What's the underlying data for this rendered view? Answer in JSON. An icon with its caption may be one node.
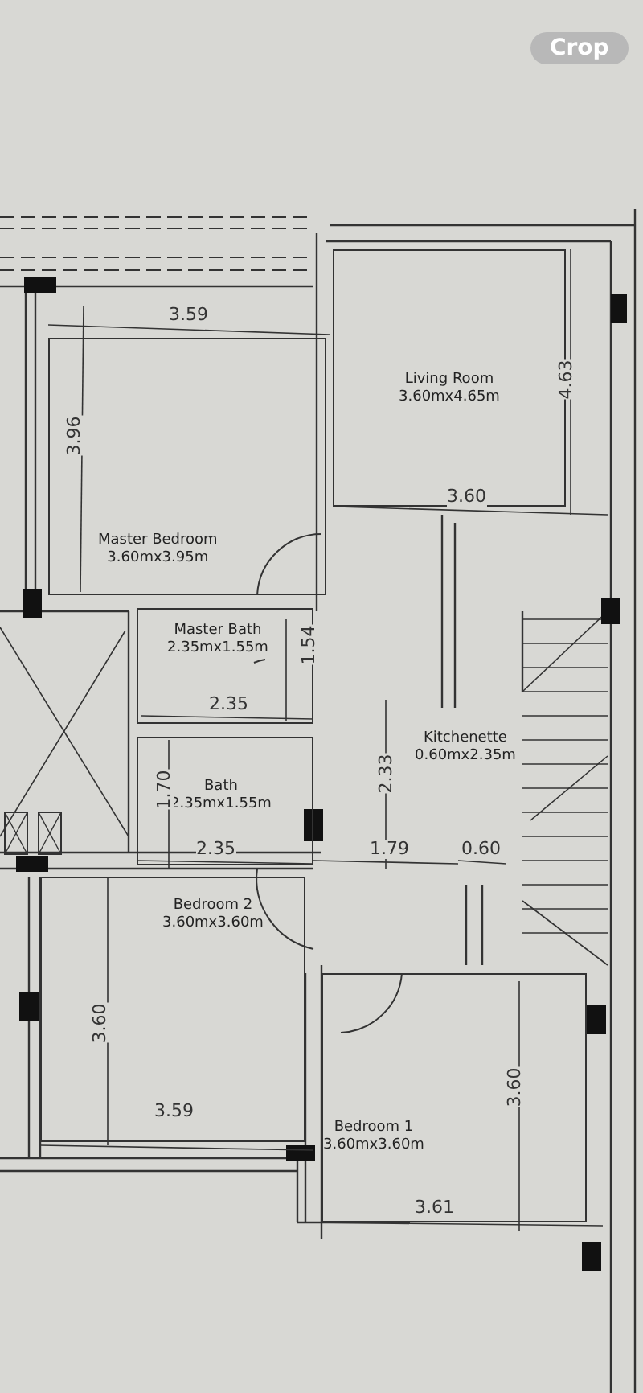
{
  "diagram": {
    "nodes": [
      {
        "text": [
          "Master Bedroom",
          "3.60mx3.95m"
        ]
      },
      {
        "text": [
          "Living Room",
          "3.60mx4.65m"
        ]
      },
      {
        "text": [
          "Master Bath",
          "2.35mx1.55m"
        ]
      },
      {
        "text": [
          "Bath",
          "2.35mx1.55m"
        ]
      },
      {
        "text": [
          "Kitchenette",
          "0.60mx2.35m"
        ]
      },
      {
        "text": [
          "Bedroom 2",
          "3.60mx3.60m"
        ]
      },
      {
        "text": [
          "Bedroom 1",
          "3.60mx3.60m"
        ]
      }
    ],
    "labels": [
      "Crop",
      "3.59",
      "4.63",
      "3.96",
      "3.60",
      "1.54",
      "2.35",
      "1.70",
      "2.33",
      "2.35",
      "1.79",
      "0.60",
      "3.60",
      "3.60",
      "3.59",
      "3.61"
    ]
  }
}
